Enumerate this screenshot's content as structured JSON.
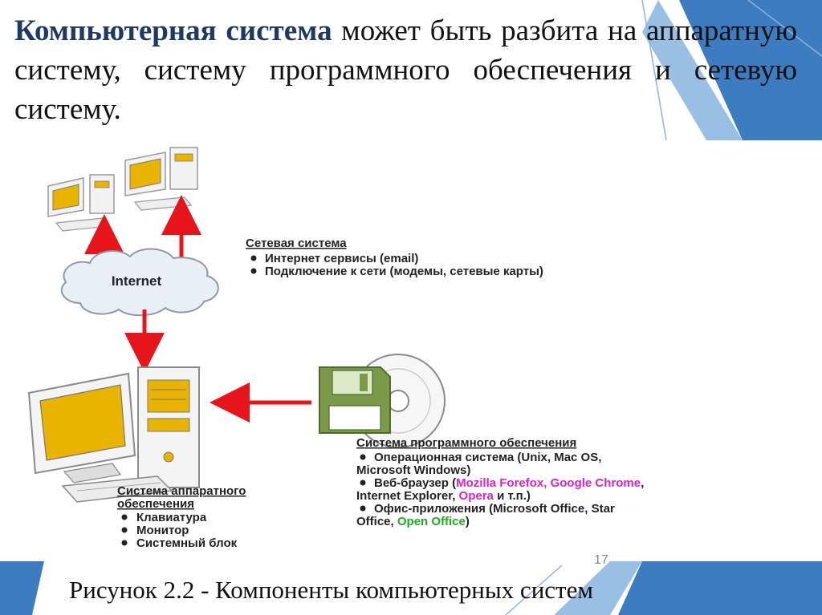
{
  "heading": {
    "highlight": "Компьютерная система",
    "rest": " может быть разбита на аппаратную систему, систему программного обеспечения и сетевую систему."
  },
  "diagram": {
    "cloud_label": "Internet",
    "network": {
      "title": "Сетевая система",
      "items": [
        "Интернет сервисы (email)",
        "Подключение к сети (модемы, сетевые карты)"
      ]
    },
    "software": {
      "title": "Система программного обеспечения",
      "line1": "Операционная система (Unix, Mac OS,",
      "line2": "Microsoft Windows)",
      "line3_a": "Веб-браузер (",
      "line3_b": "Mozilla Forefox, Google Chrome",
      "line3_c": ",",
      "line4_a": "Internet Explorer, ",
      "line4_b": "Opera",
      "line4_c": " и т.п.)",
      "line5": "Офис-приложения (Microsoft Office, Star",
      "line6_a": "Office, ",
      "line6_b": "Open Office",
      "line6_c": ")"
    },
    "hardware": {
      "title_line1": "Система аппаратного",
      "title_line2": "обеспечения",
      "items": [
        "Клавиатура",
        "Монитор",
        "Системный блок"
      ]
    }
  },
  "caption": "Рисунок 2.2 - Компоненты компьютерных систем",
  "page_number": "17",
  "colors": {
    "heading_highlight": "#1f3864",
    "arrow": "#e8141c",
    "magenta": "#e020c8",
    "green": "#22aa22",
    "screen": "#e8b400",
    "accent_blue": "#2e75b6"
  }
}
